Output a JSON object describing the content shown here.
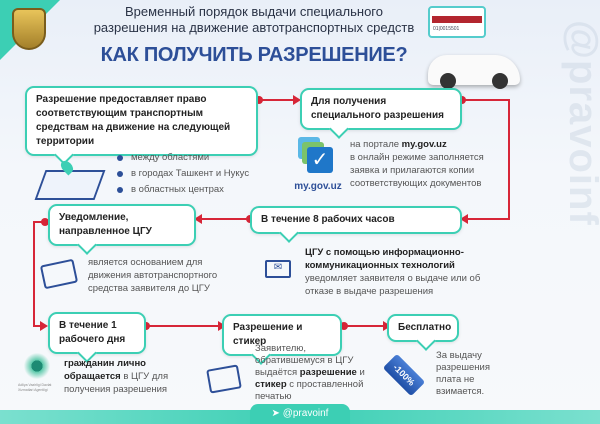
{
  "header": {
    "title_line1": "Временный порядок выдачи специального",
    "title_line2": "разрешения на движение автотранспортных средств",
    "heading": "КАК ПОЛУЧИТЬ РАЗРЕШЕНИЕ?",
    "sticker_number": "01|0015501"
  },
  "step1": {
    "box": "Разрешение предоставляет право соответствующим транспортным средствам на движение на следующей территории",
    "bullets": [
      "между областями",
      "в городах Ташкент и Нукус",
      "в областных центрах"
    ]
  },
  "step2": {
    "box": "Для получения специального разрешения",
    "logo_text": "my.gov.uz",
    "text_pre": "на портале ",
    "text_bold": "my.gov.uz",
    "text_post": "в онлайн режиме заполняется заявка и прилагаются копии соответствующих документов"
  },
  "step3": {
    "box": "В течение 8 рабочих часов",
    "text_bold": "ЦГУ с помощью информационно-коммуникационных технологий",
    "text": "уведомляет заявителя о выдаче или об отказе в выдаче разрешения"
  },
  "step4": {
    "box": "Уведомление, направленное ЦГУ",
    "text": "является основанием для движения автотранспортного средства заявителя до ЦГУ"
  },
  "step5": {
    "box": "В течение 1 рабочего дня",
    "text_bold": "гражданин лично обращается",
    "text": " в ЦГУ для получения разрешения",
    "logo_text": "Adliya Vazirligi Davlat Xizmatlari Agentligi"
  },
  "step6": {
    "box": "Разрешение и стикер",
    "t1": "Заявителю, обратившемуся в ЦГУ выдаётся ",
    "b1": "разрешение",
    "t2": " и ",
    "b2": "стикер",
    "t3": " с проставленной печатью"
  },
  "step7": {
    "box": "Бесплатно",
    "tag": "-100%",
    "text": "За выдачу разрешения плата не взимается."
  },
  "footer": {
    "handle": "@pravoinf"
  },
  "watermark": "@pravoinf",
  "colors": {
    "teal": "#3ccfb4",
    "red": "#d72638",
    "blue": "#2d4f98"
  }
}
